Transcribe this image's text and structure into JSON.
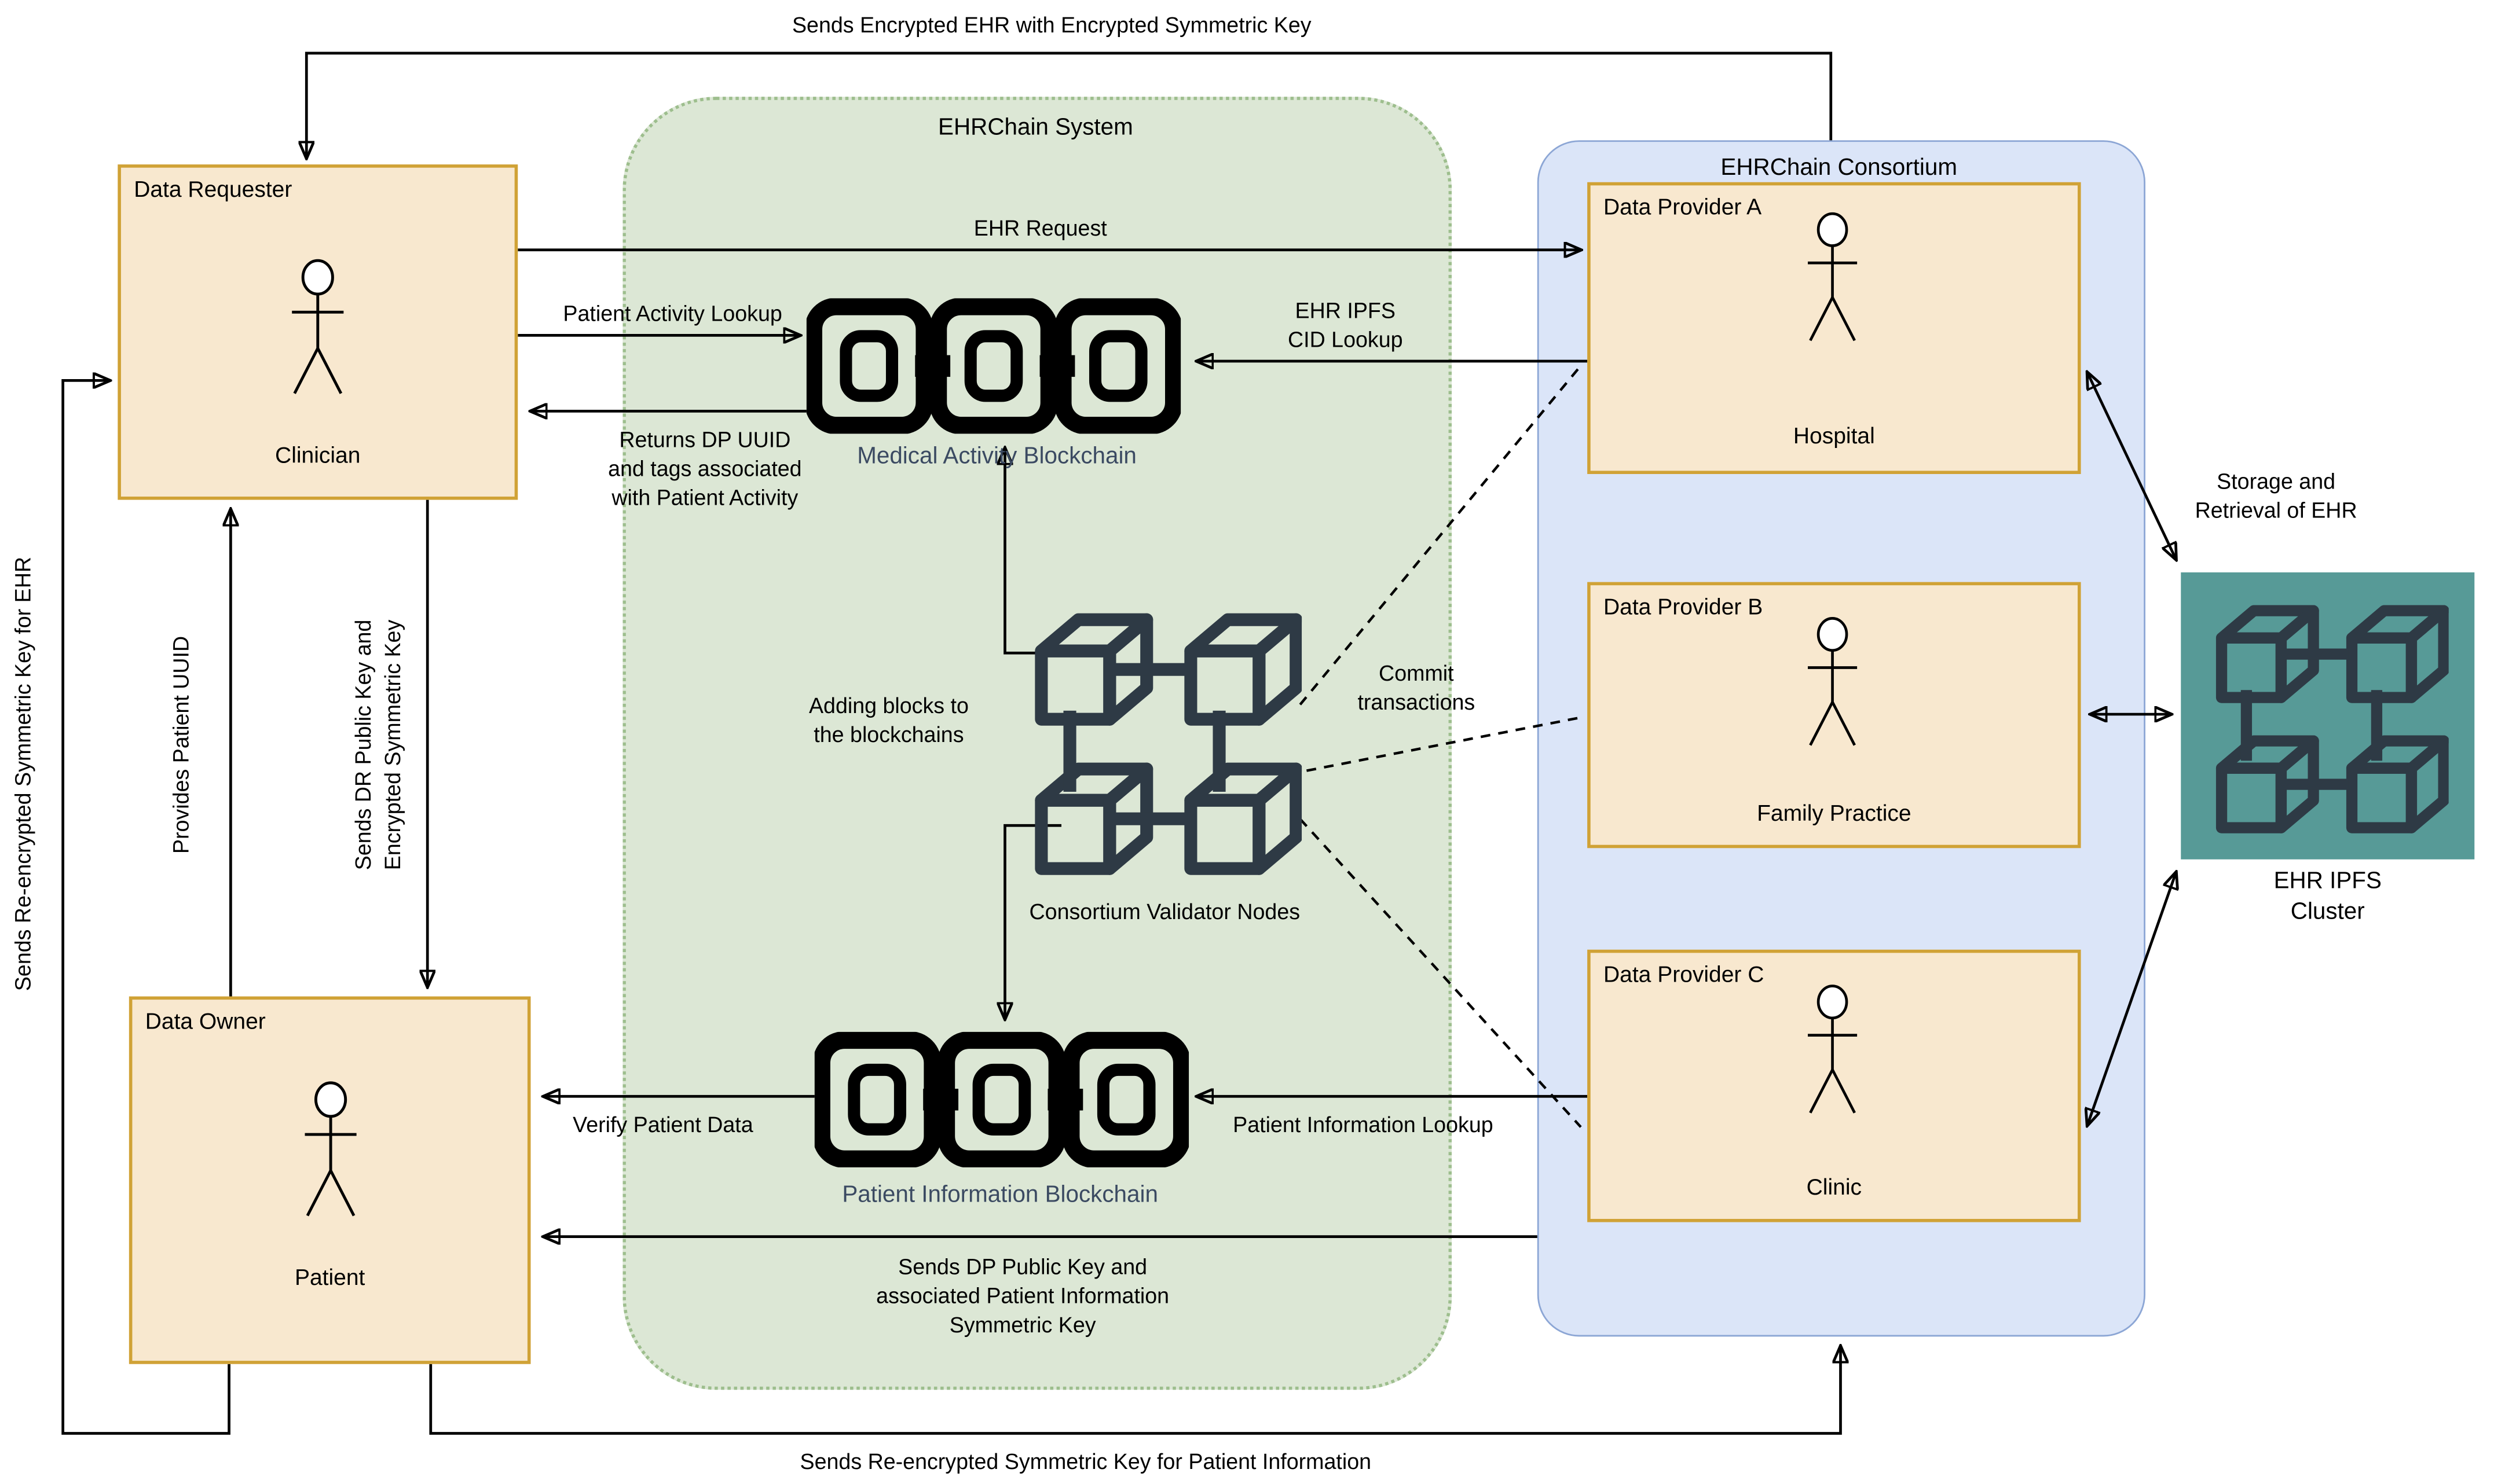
{
  "actors": {
    "data_requester": {
      "title": "Data Requester",
      "role": "Clinician"
    },
    "data_owner": {
      "title": "Data Owner",
      "role": "Patient"
    }
  },
  "system": {
    "title": "EHRChain System",
    "medical_activity_blockchain": "Medical Activity Blockchain",
    "patient_information_blockchain": "Patient Information Blockchain",
    "validator_nodes": "Consortium Validator Nodes"
  },
  "consortium": {
    "title": "EHRChain Consortium",
    "providers": [
      {
        "title": "Data Provider A",
        "role": "Hospital"
      },
      {
        "title": "Data Provider B",
        "role": "Family Practice"
      },
      {
        "title": "Data Provider C",
        "role": "Clinic"
      }
    ]
  },
  "ipfs": {
    "label": "EHR IPFS Cluster",
    "storage_label": "Storage and\nRetrieval of EHR"
  },
  "flows": {
    "top": "Sends Encrypted EHR with Encrypted Symmetric Key",
    "bottom": "Sends Re-encrypted Symmetric Key for Patient Information",
    "left_loop": "Sends Re-encrypted Symmetric Key for EHR",
    "provides_uuid": "Provides Patient UUID",
    "sends_dr_key": "Sends DR Public Key and\nEncrypted Symmetric Key",
    "ehr_request": "EHR Request",
    "patient_activity_lookup": "Patient Activity Lookup",
    "ehr_ipfs_cid_lookup": "EHR IPFS\nCID Lookup",
    "returns_dp_uuid": "Returns DP UUID\nand tags associated\nwith Patient Activity",
    "adding_blocks": "Adding blocks to\nthe blockchains",
    "commit_transactions": "Commit\ntransactions",
    "verify_patient_data": "Verify Patient Data",
    "patient_information_lookup": "Patient Information Lookup",
    "sends_dp_key": "Sends DP Public Key and\nassociated Patient Information\nSymmetric Key"
  },
  "colors": {
    "actor_box_fill": "#F8E8CF",
    "actor_box_border": "#D0A236",
    "system_fill": "#DCE7D5",
    "system_border": "#9DBE8D",
    "consortium_fill": "#DBE5F8",
    "consortium_border": "#8CA6D5",
    "ipfs_fill": "#579A97",
    "icon_dark": "#2E3A45",
    "caption_text": "#3B4A62",
    "line": "#000000"
  }
}
